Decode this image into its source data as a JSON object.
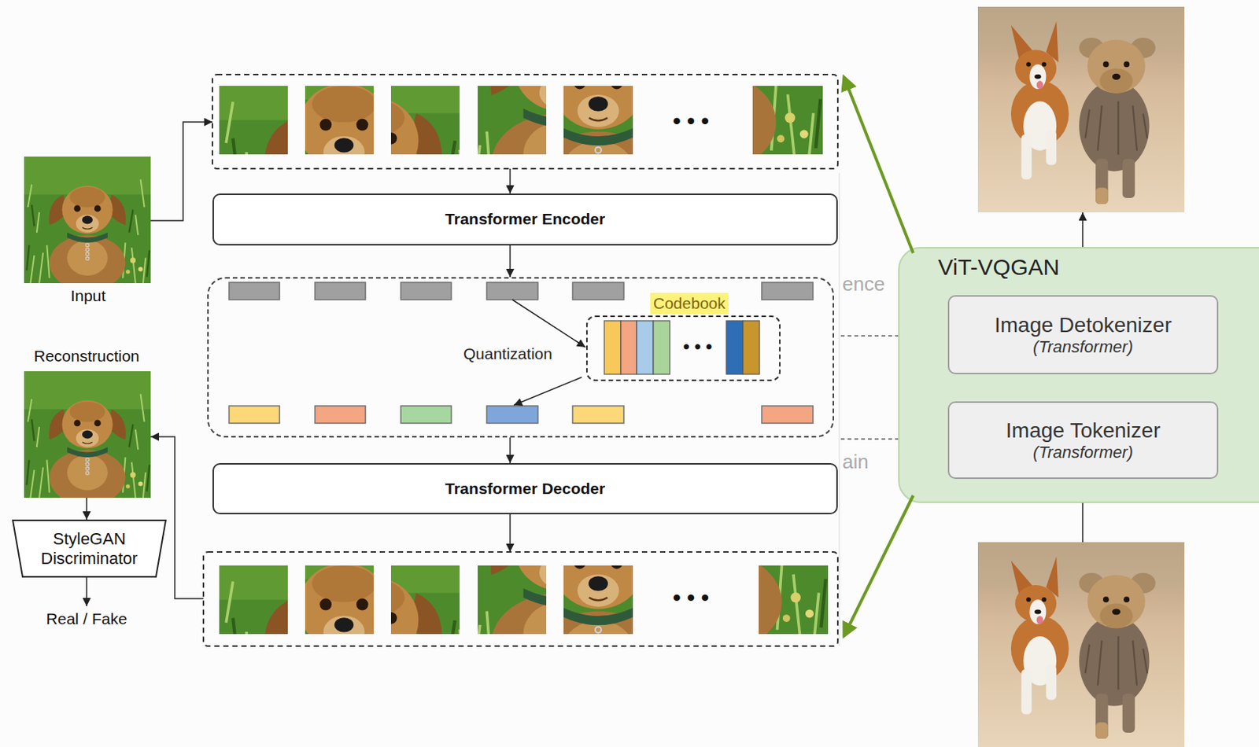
{
  "diagram": {
    "nodes": [
      {
        "text": [
          "Transformer Encoder"
        ]
      },
      {
        "text": [
          "Quantization"
        ]
      },
      {
        "text": [
          "Codebook"
        ],
        "in": 1
      },
      {
        "text": [
          "Transformer Decoder"
        ]
      },
      {
        "text": [
          "StyleGAN Discriminator"
        ]
      },
      {
        "text": [
          "ViT-VQGAN"
        ]
      },
      {
        "text": [
          "Image Detokenizer",
          "(Transformer)"
        ],
        "in": 5
      },
      {
        "text": [
          "Image Tokenizer",
          "(Transformer)"
        ],
        "in": 5
      }
    ],
    "edges": [
      {
        "from": 0,
        "to": 1,
        "arrow": "to"
      },
      {
        "from": 1,
        "to": 3,
        "arrow": "to"
      },
      {
        "from": 7,
        "to": 6,
        "arrow": "to"
      }
    ],
    "labels": [
      "• • •",
      "ence",
      "Input",
      "• • •",
      "Reconstruction",
      "ain",
      "• • •",
      "Real / Fake"
    ]
  }
}
